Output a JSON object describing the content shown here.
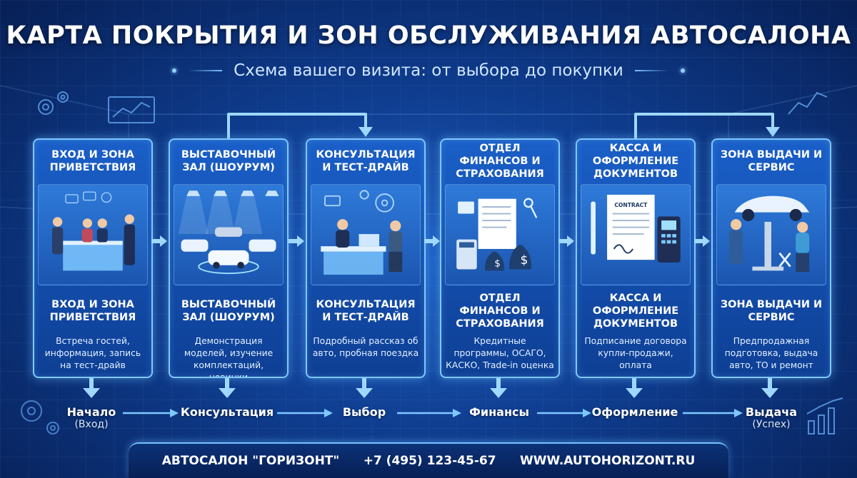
{
  "header": {
    "title": "КАРТА ПОКРЫТИЯ И ЗОН ОБСЛУЖИВАНИЯ АВТОСАЛОНА",
    "subtitle": "Схема вашего визита: от выбора до покупки"
  },
  "zones": [
    {
      "title": "ВХОД И ЗОНА ПРИВЕТСТВИЯ",
      "subtitle": "ВХОД И ЗОНА ПРИВЕТСТВИЯ",
      "description": "Встреча гостей, информация, запись на тест-драйв",
      "icon": "reception-desk-icon"
    },
    {
      "title": "ВЫСТАВОЧНЫЙ ЗАЛ (ШОУРУМ)",
      "subtitle": "ВЫСТАВОЧНЫЙ ЗАЛ (ШОУРУМ)",
      "description": "Демонстрация моделей, изучение комплектаций, новинки",
      "icon": "showroom-cars-icon"
    },
    {
      "title": "КОНСУЛЬТАЦИЯ И ТЕСТ-ДРАЙВ",
      "subtitle": "КОНСУЛЬТАЦИЯ И ТЕСТ-ДРАЙВ",
      "description": "Подробный рассказ об авто, пробная поездка",
      "icon": "consultation-desk-icon"
    },
    {
      "title": "ОТДЕЛ ФИНАНСОВ И СТРАХОВАНИЯ",
      "subtitle": "ОТДЕЛ ФИНАНСОВ И СТРАХОВАНИЯ",
      "description": "Кредитные программы, ОСАГО, КАСКО, Trade-in оценка",
      "icon": "finance-documents-icon"
    },
    {
      "title": "КАССА И ОФОРМЛЕНИЕ ДОКУМЕНТОВ",
      "subtitle": "КАССА И ОФОРМЛЕНИЕ ДОКУМЕНТОВ",
      "description": "Подписание договора купли-продажи, оплата",
      "icon": "contract-payment-icon",
      "contract_label": "CONTRACT"
    },
    {
      "title": "ЗОНА ВЫДАЧИ И СЕРВИС",
      "subtitle": "ЗОНА ВЫДАЧИ И СЕРВИС",
      "description": "Предпродажная подготовка, выдача авто, ТО и ремонт",
      "icon": "service-lift-icon"
    }
  ],
  "flow": [
    {
      "label": "Начало",
      "note": "(Вход)"
    },
    {
      "label": "Консультация",
      "note": ""
    },
    {
      "label": "Выбор",
      "note": ""
    },
    {
      "label": "Финансы",
      "note": ""
    },
    {
      "label": "Оформление",
      "note": ""
    },
    {
      "label": "Выдача",
      "note": "(Успех)"
    }
  ],
  "footer": {
    "company": "АВТОСАЛОН \"ГОРИЗОНТ\"",
    "phone": "+7 (495) 123-45-67",
    "website": "WWW.AUTOHORIZONT.RU"
  },
  "colors": {
    "accent": "#7ec8ff",
    "background": "#0f3d8f",
    "card": "#1a5fc8"
  }
}
